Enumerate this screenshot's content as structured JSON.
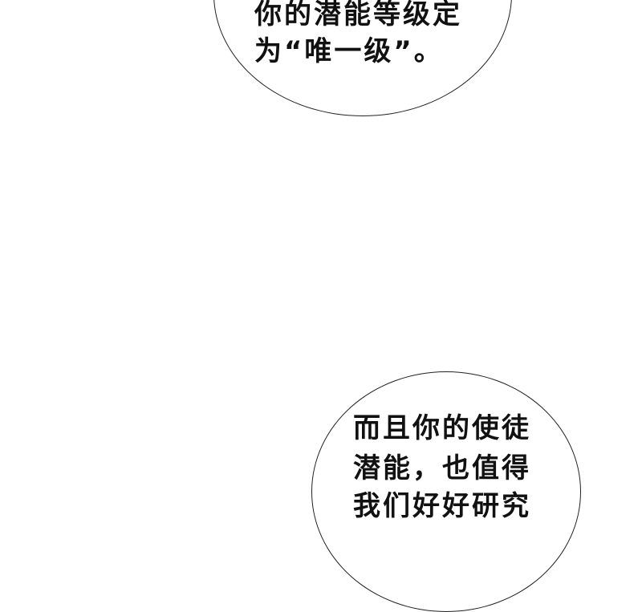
{
  "bubbles": {
    "top": {
      "lines": [
        "你的潜能等级定",
        "为“唯一级”。"
      ]
    },
    "bottom": {
      "lines": [
        "而且你的使徒",
        "潜能，也值得",
        "我们好好研究"
      ]
    }
  }
}
